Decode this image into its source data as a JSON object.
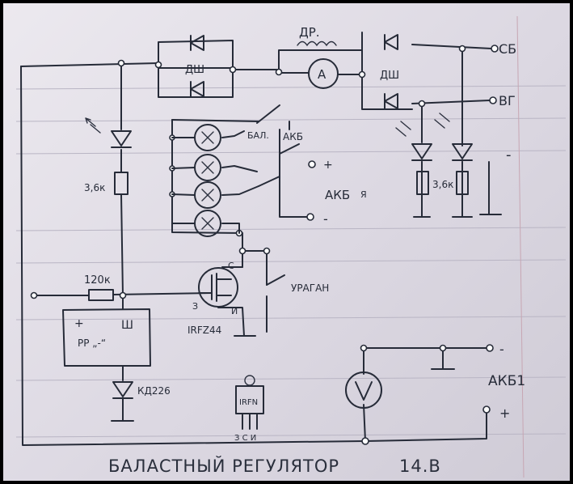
{
  "title": "БАЛАСТНЫЙ РЕГУЛЯТОР",
  "voltage": "14.В",
  "labels": {
    "choke": "ДР.",
    "bridge_left": "ДШ",
    "bridge_right": "ДШ",
    "ammeter": "A",
    "voltmeter": "V",
    "bal": "БАЛ.",
    "akb_switch": "АКБ",
    "akb_plus": "+",
    "akb_minus": "-",
    "akb_label": "АКБ",
    "akb_sub": "Я",
    "out_sb": "СБ",
    "out_vg": "ВГ",
    "out_minus": "-",
    "r_36k_left": "3,6к",
    "r_36k_right": "3,6к",
    "r_120k": "120к",
    "pr_plus": "+",
    "pr_sh": "Ш",
    "pr": "РР „-“",
    "mosfet_c": "С",
    "mosfet_z": "З",
    "mosfet_i": "И",
    "mosfet_part": "IRFZ44",
    "uragan": "УРАГАН",
    "diode": "КД226",
    "pkg_part": "IRFN",
    "pkg_pins": "З С И",
    "akb1": "АКБ1",
    "akb1_plus": "+",
    "akb1_minus": "-"
  }
}
